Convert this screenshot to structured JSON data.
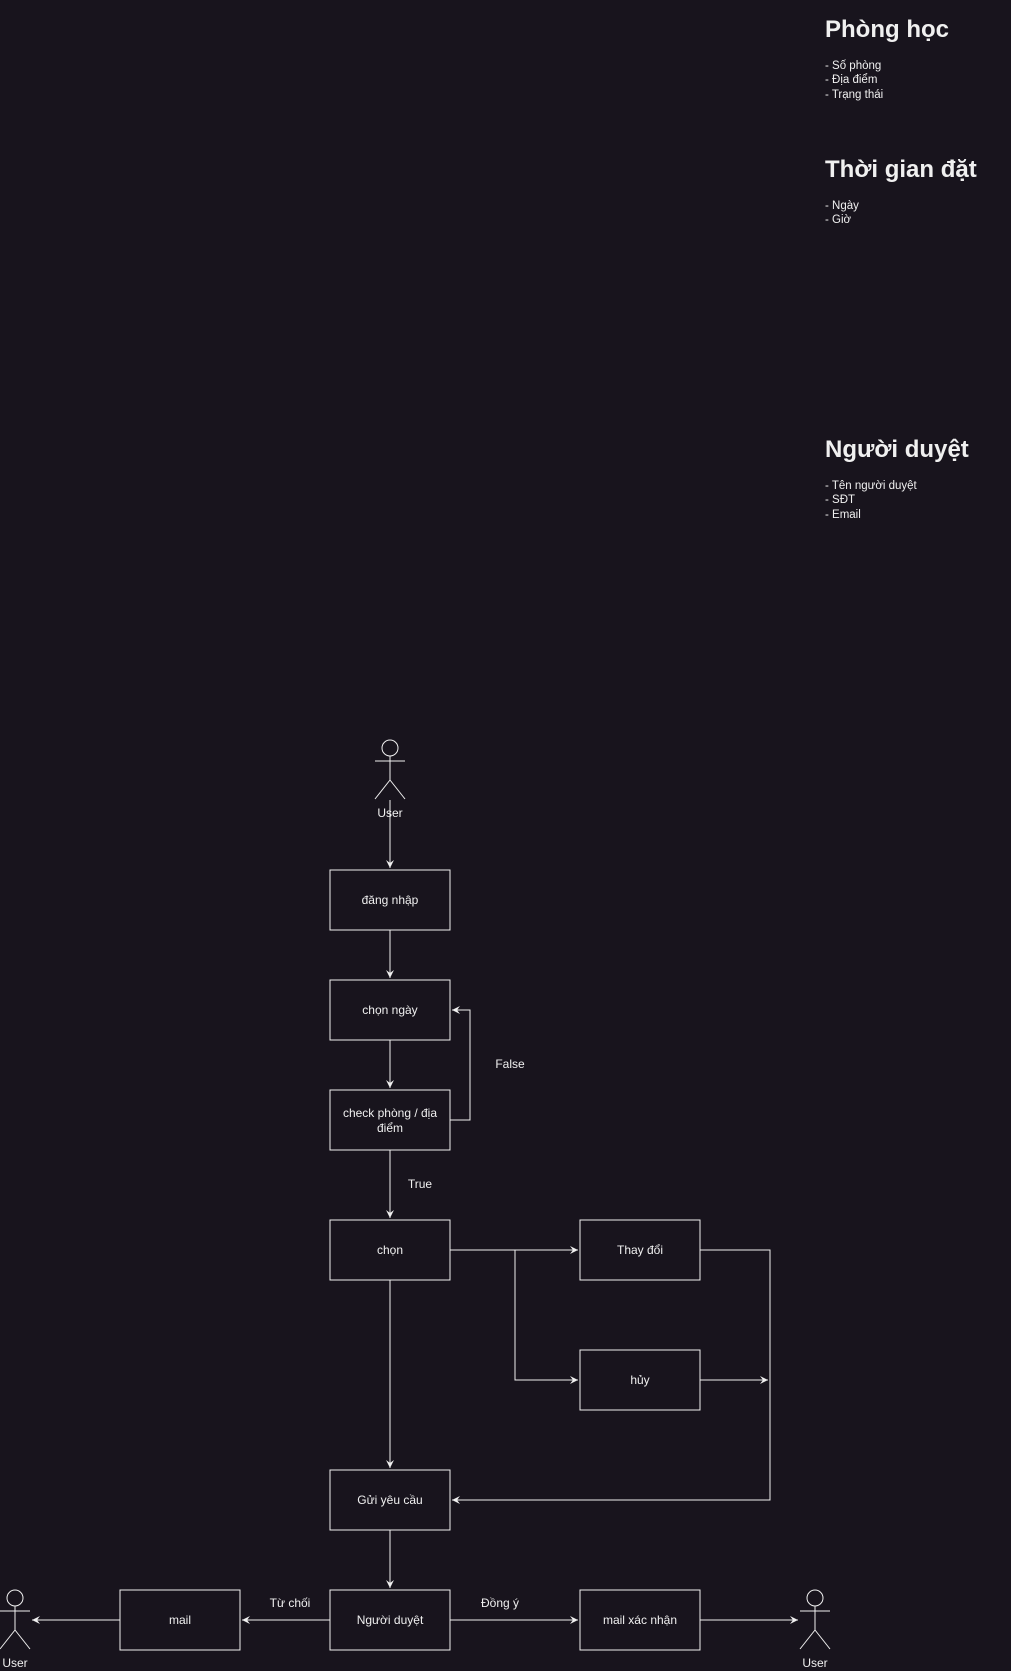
{
  "notes": [
    {
      "title": "Phòng học",
      "items": [
        "Số phòng",
        "Địa điểm",
        "Trạng thái"
      ]
    },
    {
      "title": "Thời gian đặt",
      "items": [
        "Ngày",
        "Giờ"
      ]
    },
    {
      "title": "Người duyệt",
      "items": [
        "Tên người duyệt",
        "SĐT",
        "Email"
      ]
    }
  ],
  "flow": {
    "actor_top": "User",
    "login": "đăng nhập",
    "choose_date": "chọn ngày",
    "check_room_line1": "check phòng / địa",
    "check_room_line2": "điểm",
    "choose": "chọn",
    "change": "Thay đổi",
    "cancel": "hủy",
    "send_request": "Gửi yêu cầu",
    "approver": "Người duyệt",
    "mail": "mail",
    "mail_confirm": "mail xác nhận",
    "actor_left": "User",
    "actor_right": "User",
    "label_false": "False",
    "label_true": "True",
    "label_reject": "Từ chối",
    "label_accept": "Đồng ý"
  },
  "colors": {
    "background": "#18141d",
    "stroke": "#f0f0f0"
  }
}
